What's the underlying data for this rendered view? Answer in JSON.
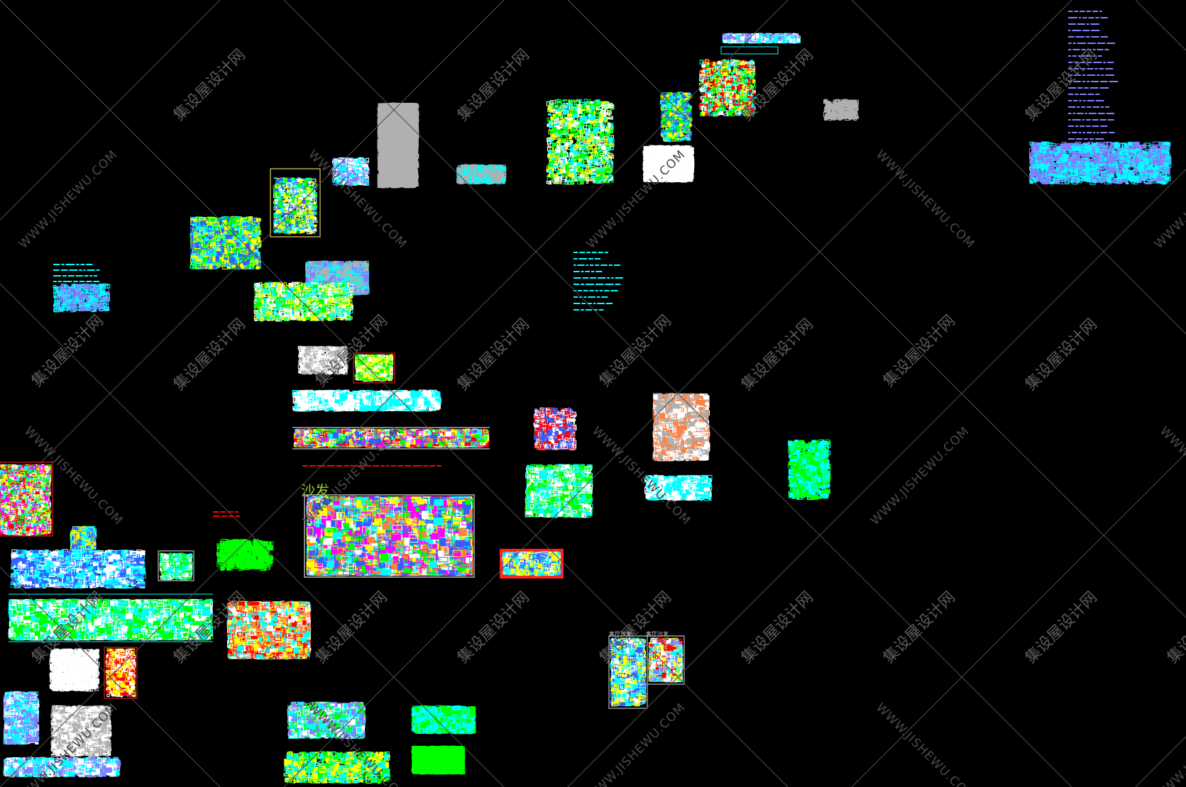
{
  "app": {
    "kind": "CAD model space viewport",
    "background": "#000000"
  },
  "labels": {
    "sofa_title": "沙发",
    "living_sofa_a": "客厅沙发",
    "living_sofa_b": "客厅沙发"
  },
  "watermark": {
    "text": "集设屋设计网",
    "url": "WWW.JISHEWU.COM",
    "color": "#5a5a5a"
  },
  "palette": {
    "cyan": "#00ffff",
    "white": "#ffffff",
    "grey": "#b0b0b0",
    "yellow": "#ffff00",
    "green": "#00ff00",
    "blue": "#3060ff",
    "lavender": "#8080ff",
    "magenta": "#ff00ff",
    "red": "#ff0000",
    "orange": "#ff8040",
    "frame_yellow": "#e0d060",
    "frame_white": "#e0e0e0",
    "frame_red": "#ff2020"
  }
}
